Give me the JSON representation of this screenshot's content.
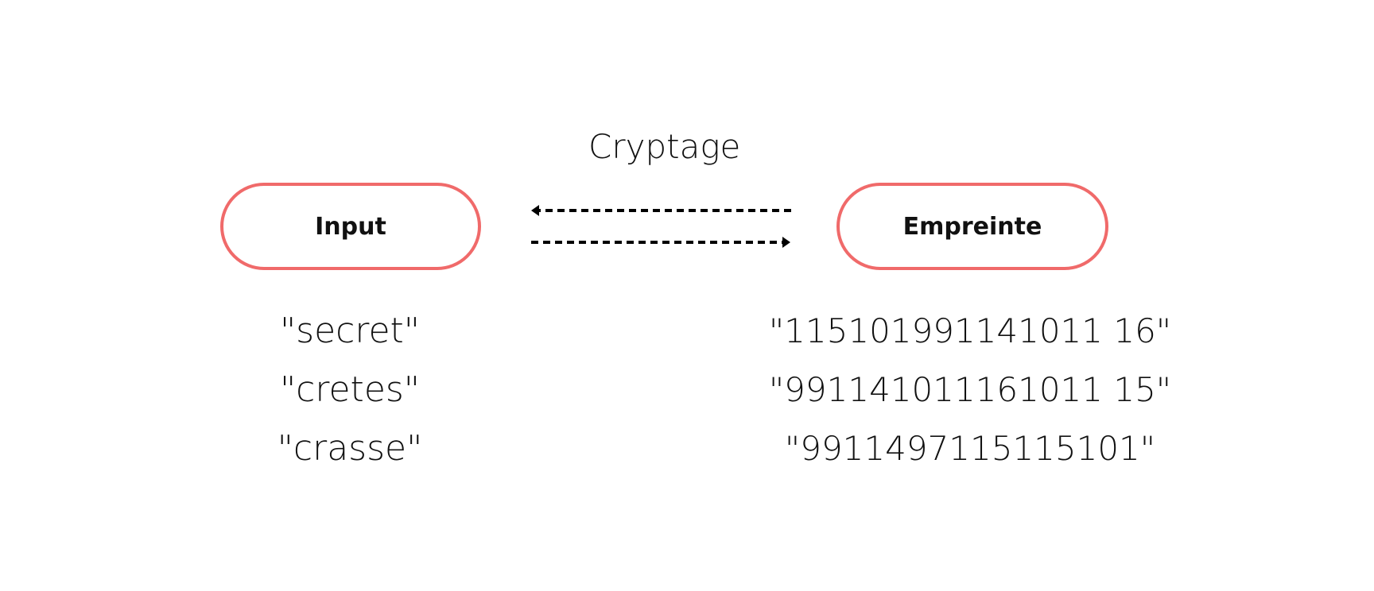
{
  "diagram": {
    "title": "Cryptage",
    "left_box": {
      "label": "Input"
    },
    "right_box": {
      "label": "Empreinte"
    },
    "inputs": [
      "\"secret\"",
      "\"cretes\"",
      "\"crasse\""
    ],
    "fingerprints": [
      "\"115101991141011 16\"",
      "\"991141011161011 15\"",
      "\"9911497115115101\""
    ]
  },
  "colors": {
    "box_border": "#f06a6a",
    "arrow": "#000000",
    "text": "#111111",
    "background": "#ffffff"
  }
}
